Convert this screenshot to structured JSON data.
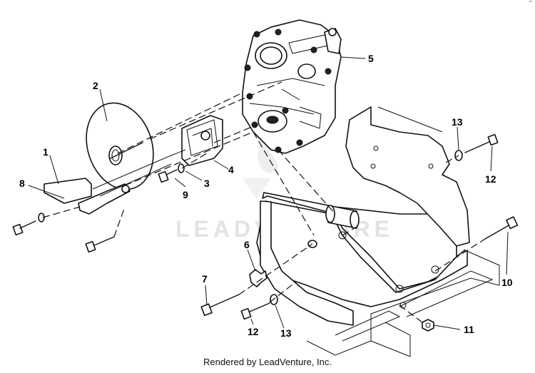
{
  "watermark": {
    "text": "LEADVENTURE"
  },
  "footer": {
    "text": "Rendered by LeadVenture, Inc."
  },
  "corner_mark": "-",
  "callouts": {
    "c1": "1",
    "c2": "2",
    "c3": "3",
    "c4": "4",
    "c5": "5",
    "c6": "6",
    "c7": "7",
    "c8": "8",
    "c9": "9",
    "c10": "10",
    "c11": "11",
    "c12a": "12",
    "c12b": "12",
    "c13a": "13",
    "c13b": "13"
  }
}
